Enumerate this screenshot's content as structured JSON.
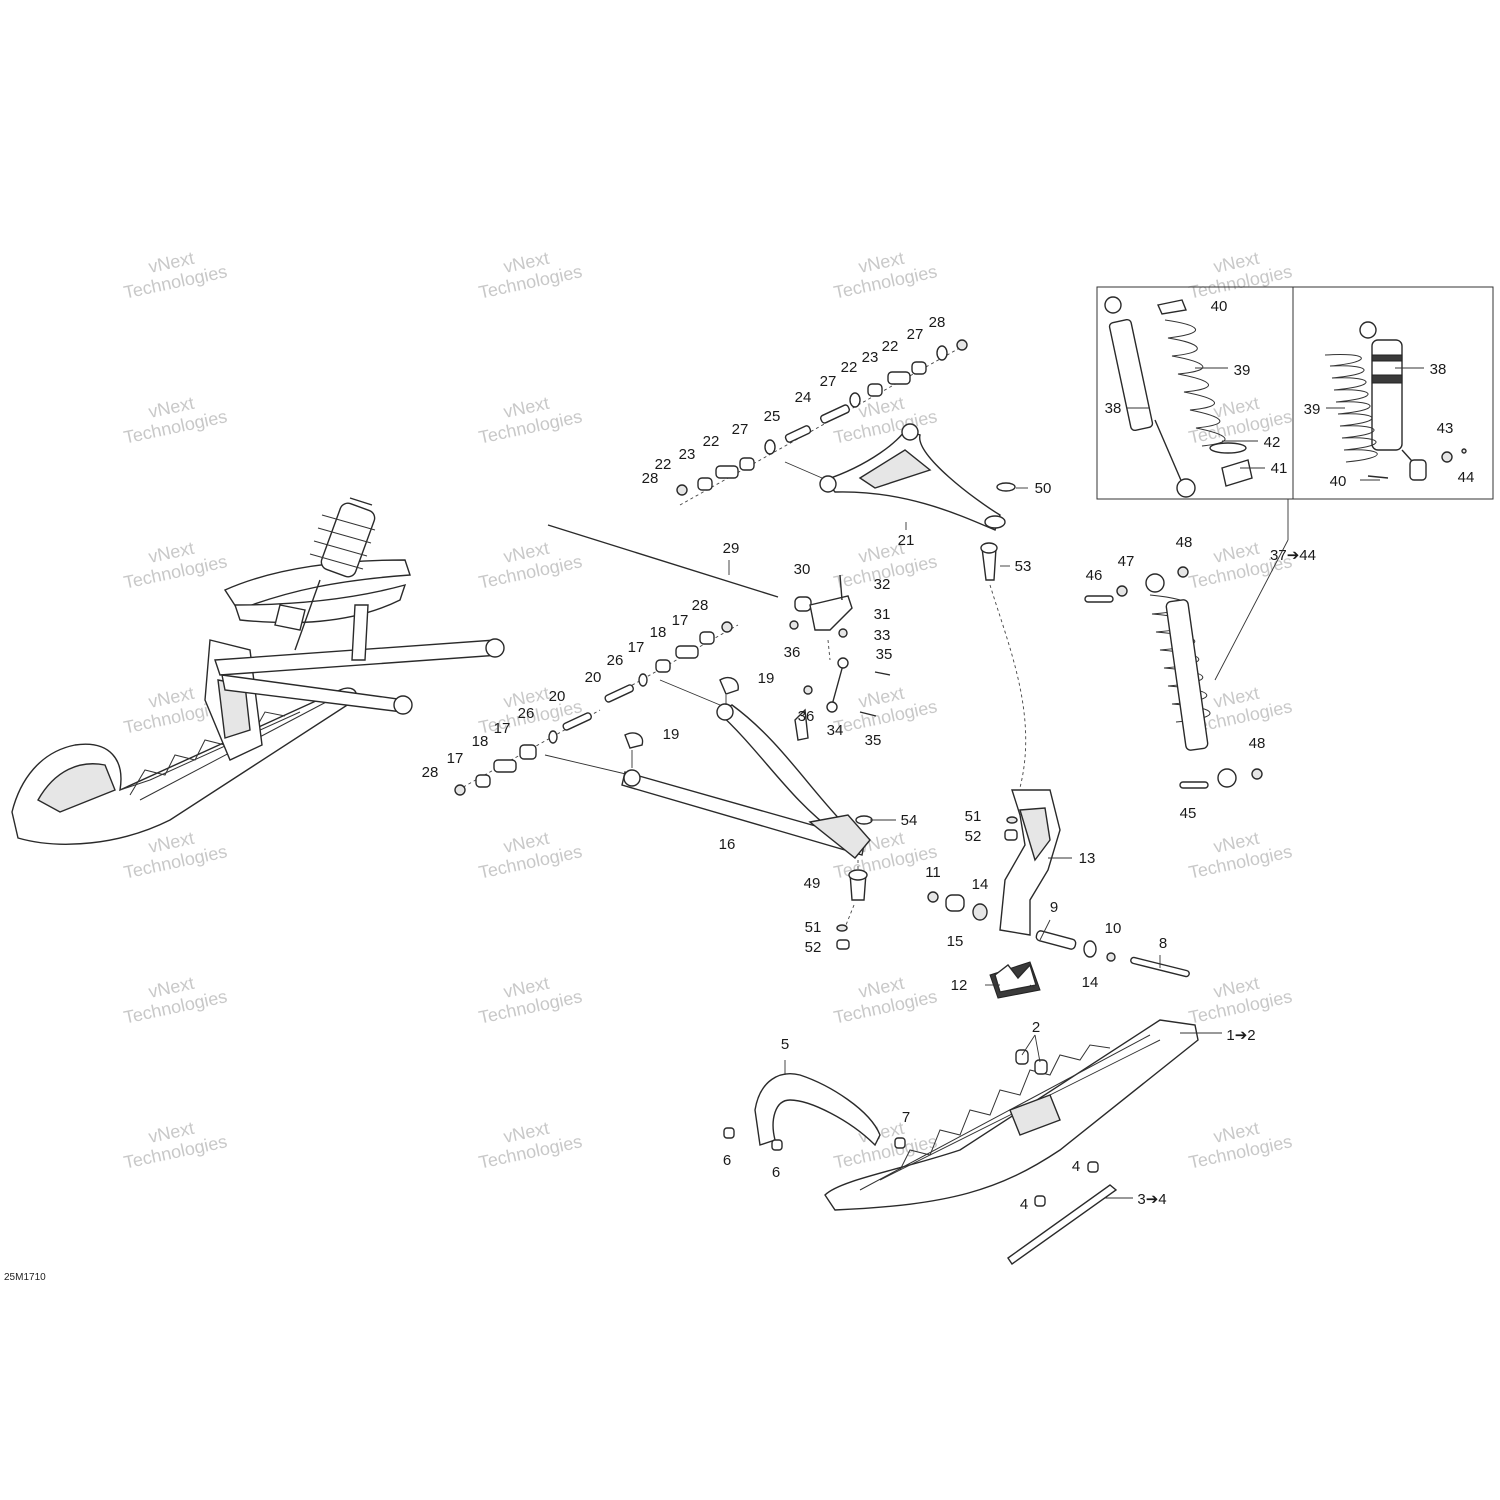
{
  "figure_code": "25M1710",
  "watermark": {
    "line1": "vNext",
    "line2": "Technologies"
  },
  "callouts": [
    {
      "id": "c-28a",
      "text": "28"
    },
    {
      "id": "c-27a",
      "text": "27"
    },
    {
      "id": "c-22a",
      "text": "22"
    },
    {
      "id": "c-23a",
      "text": "23"
    },
    {
      "id": "c-22b",
      "text": "22"
    },
    {
      "id": "c-27b",
      "text": "27"
    },
    {
      "id": "c-24",
      "text": "24"
    },
    {
      "id": "c-25",
      "text": "25"
    },
    {
      "id": "c-27c",
      "text": "27"
    },
    {
      "id": "c-22c",
      "text": "22"
    },
    {
      "id": "c-23b",
      "text": "23"
    },
    {
      "id": "c-22d",
      "text": "22"
    },
    {
      "id": "c-28b",
      "text": "28"
    },
    {
      "id": "c-21",
      "text": "21"
    },
    {
      "id": "c-50",
      "text": "50"
    },
    {
      "id": "c-53",
      "text": "53"
    },
    {
      "id": "c-29",
      "text": "29"
    },
    {
      "id": "c-30",
      "text": "30"
    },
    {
      "id": "c-32",
      "text": "32"
    },
    {
      "id": "c-31",
      "text": "31"
    },
    {
      "id": "c-33",
      "text": "33"
    },
    {
      "id": "c-36a",
      "text": "36"
    },
    {
      "id": "c-35a",
      "text": "35"
    },
    {
      "id": "c-36b",
      "text": "36"
    },
    {
      "id": "c-34",
      "text": "34"
    },
    {
      "id": "c-35b",
      "text": "35"
    },
    {
      "id": "c-28c",
      "text": "28"
    },
    {
      "id": "c-17a",
      "text": "17"
    },
    {
      "id": "c-18a",
      "text": "18"
    },
    {
      "id": "c-17b",
      "text": "17"
    },
    {
      "id": "c-26a",
      "text": "26"
    },
    {
      "id": "c-20a",
      "text": "20"
    },
    {
      "id": "c-19a",
      "text": "19"
    },
    {
      "id": "c-20b",
      "text": "20"
    },
    {
      "id": "c-26b",
      "text": "26"
    },
    {
      "id": "c-17c",
      "text": "17"
    },
    {
      "id": "c-18b",
      "text": "18"
    },
    {
      "id": "c-17d",
      "text": "17"
    },
    {
      "id": "c-28d",
      "text": "28"
    },
    {
      "id": "c-19b",
      "text": "19"
    },
    {
      "id": "c-54",
      "text": "54"
    },
    {
      "id": "c-16",
      "text": "16"
    },
    {
      "id": "c-49",
      "text": "49"
    },
    {
      "id": "c-51a",
      "text": "51"
    },
    {
      "id": "c-52a",
      "text": "52"
    },
    {
      "id": "c-51b",
      "text": "51"
    },
    {
      "id": "c-52b",
      "text": "52"
    },
    {
      "id": "c-13",
      "text": "13"
    },
    {
      "id": "c-11",
      "text": "11"
    },
    {
      "id": "c-14a",
      "text": "14"
    },
    {
      "id": "c-15",
      "text": "15"
    },
    {
      "id": "c-9",
      "text": "9"
    },
    {
      "id": "c-10",
      "text": "10"
    },
    {
      "id": "c-14b",
      "text": "14"
    },
    {
      "id": "c-8",
      "text": "8"
    },
    {
      "id": "c-12",
      "text": "12"
    },
    {
      "id": "c-40a",
      "text": "40"
    },
    {
      "id": "c-39a",
      "text": "39"
    },
    {
      "id": "c-38a",
      "text": "38"
    },
    {
      "id": "c-42",
      "text": "42"
    },
    {
      "id": "c-41",
      "text": "41"
    },
    {
      "id": "c-38b",
      "text": "38"
    },
    {
      "id": "c-39b",
      "text": "39"
    },
    {
      "id": "c-43",
      "text": "43"
    },
    {
      "id": "c-44",
      "text": "44"
    },
    {
      "id": "c-40b",
      "text": "40"
    },
    {
      "id": "c-37-44",
      "text": "37➔44"
    },
    {
      "id": "c-48a",
      "text": "48"
    },
    {
      "id": "c-47",
      "text": "47"
    },
    {
      "id": "c-46",
      "text": "46"
    },
    {
      "id": "c-48b",
      "text": "48"
    },
    {
      "id": "c-45",
      "text": "45"
    },
    {
      "id": "c-2",
      "text": "2"
    },
    {
      "id": "c-1-2",
      "text": "1➔2"
    },
    {
      "id": "c-5",
      "text": "5"
    },
    {
      "id": "c-7",
      "text": "7"
    },
    {
      "id": "c-6a",
      "text": "6"
    },
    {
      "id": "c-6b",
      "text": "6"
    },
    {
      "id": "c-4a",
      "text": "4"
    },
    {
      "id": "c-4b",
      "text": "4"
    },
    {
      "id": "c-3-4",
      "text": "3➔4"
    }
  ]
}
